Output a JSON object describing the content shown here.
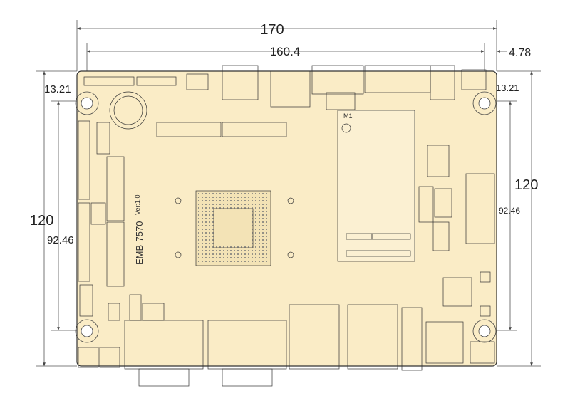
{
  "dimensions": {
    "overall_width": "170",
    "hole_span_width": "160.4",
    "right_offset": "4.78",
    "left_offset": "13.21",
    "right_offset_2": "13.21",
    "overall_height_left": "120",
    "hole_span_height_left": "92.46",
    "overall_height_right": "120",
    "hole_span_height_right": "92.46"
  },
  "board": {
    "model": "EMB-7570",
    "version": "Ver:1.0",
    "module_label": "M1",
    "colors": {
      "pcb": "#faecc6",
      "line": "#333333",
      "dim": "#555555"
    }
  }
}
